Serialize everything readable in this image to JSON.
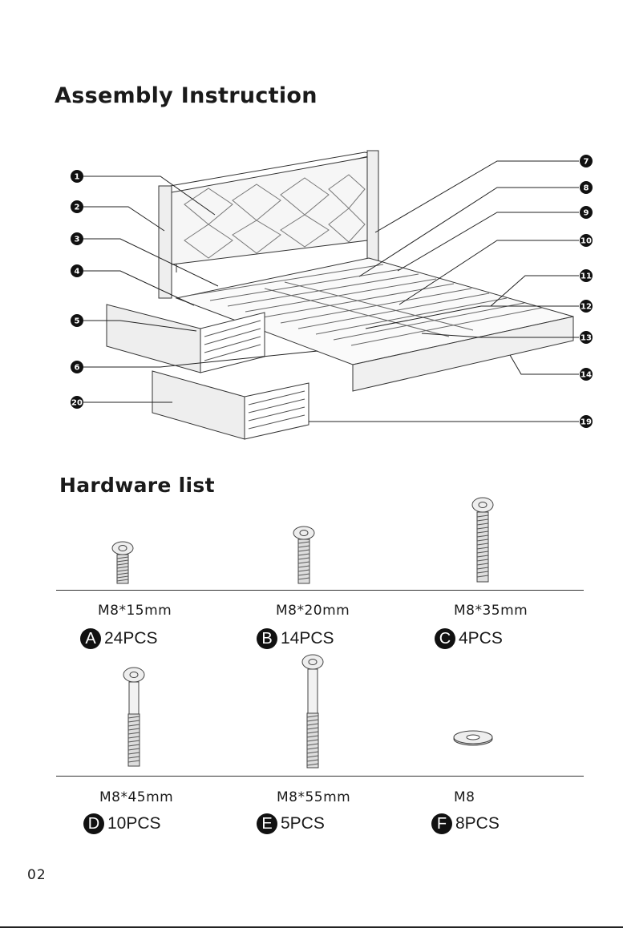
{
  "heading": "Assembly Instruction",
  "hardware_heading": "Hardware list",
  "callouts": [
    "1",
    "2",
    "3",
    "4",
    "5",
    "6",
    "20",
    "7",
    "8",
    "9",
    "10",
    "11",
    "12",
    "13",
    "14",
    "19"
  ],
  "hardware": [
    {
      "letter": "A",
      "size": "M8*15mm",
      "qty": "24PCS"
    },
    {
      "letter": "B",
      "size": "M8*20mm",
      "qty": "14PCS"
    },
    {
      "letter": "C",
      "size": "M8*35mm",
      "qty": "4PCS"
    },
    {
      "letter": "D",
      "size": "M8*45mm",
      "qty": "10PCS"
    },
    {
      "letter": "E",
      "size": "M8*55mm",
      "qty": "5PCS"
    },
    {
      "letter": "F",
      "size": "M8",
      "qty": "8PCS"
    }
  ],
  "page_number": "02"
}
